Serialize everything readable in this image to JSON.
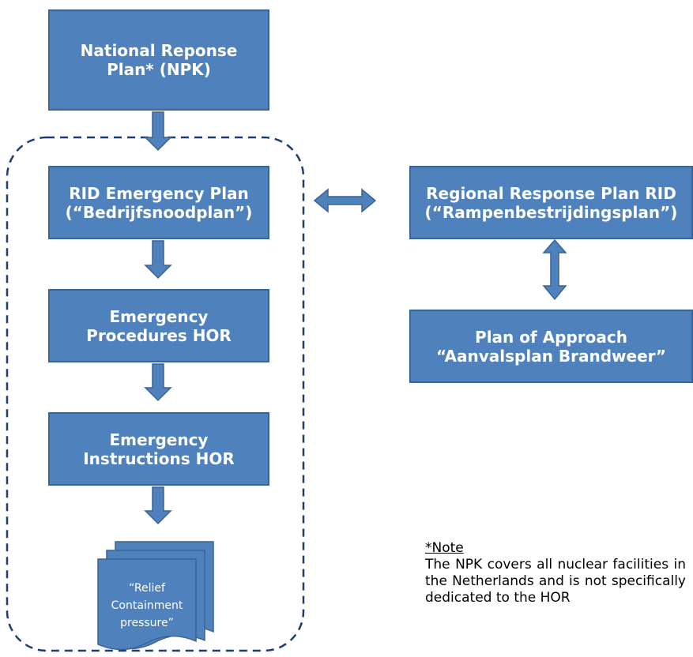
{
  "boxes": {
    "npk": {
      "line1": "National Reponse",
      "line2": "Plan* (NPK)"
    },
    "rid_emergency": {
      "line1": "RID Emergency Plan",
      "line2": "(“Bedrijfsnoodplan”)"
    },
    "procedures": {
      "line1": "Emergency",
      "line2": "Procedures HOR"
    },
    "instructions": {
      "line1": "Emergency",
      "line2": "Instructions HOR"
    },
    "regional": {
      "line1": "Regional Response Plan RID",
      "line2": "(“Rampenbestrijdingsplan”)"
    },
    "approach": {
      "line1": "Plan of Approach",
      "line2": "“Aanvalsplan Brandweer”"
    }
  },
  "document": {
    "line1": "“Relief",
    "line2": "Containment",
    "line3": "pressure”"
  },
  "note": {
    "title": "*Note",
    "body": "The NPK covers all nuclear facilities in the Netherlands and is not specifically dedicated to the HOR"
  },
  "colors": {
    "box_fill": "#4f81bd",
    "box_border": "#3b6494",
    "dash": "#1f3c6e"
  }
}
